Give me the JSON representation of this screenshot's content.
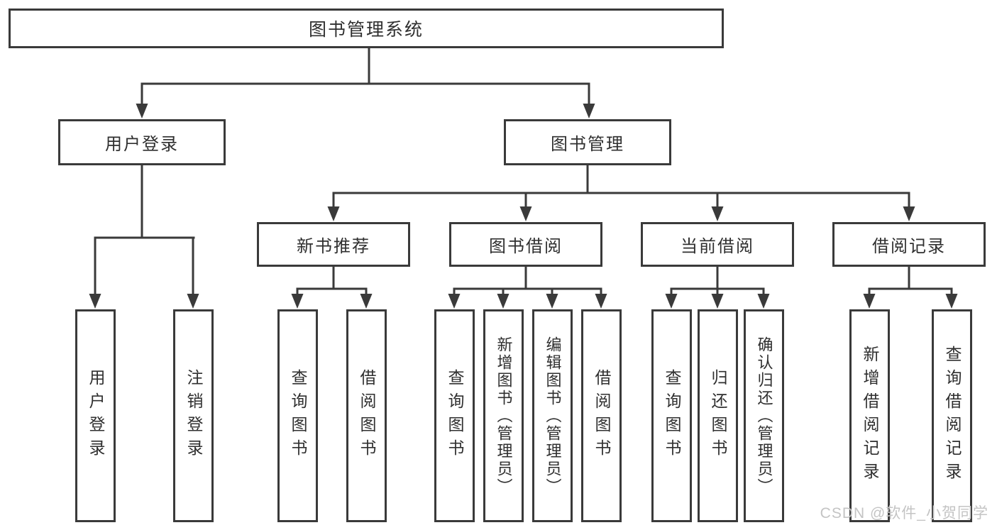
{
  "diagram": {
    "root": {
      "label": "图书管理系统"
    },
    "level2": [
      {
        "label": "用户登录"
      },
      {
        "label": "图书管理"
      }
    ],
    "level3": [
      {
        "label": "新书推荐"
      },
      {
        "label": "图书借阅"
      },
      {
        "label": "当前借阅"
      },
      {
        "label": "借阅记录"
      }
    ],
    "leaves": {
      "user_login": [
        {
          "label": "用户登录"
        },
        {
          "label": "注销登录"
        }
      ],
      "new_book_recommend": [
        {
          "label": "查询图书"
        },
        {
          "label": "借阅图书"
        }
      ],
      "book_borrow": [
        {
          "label": "查询图书"
        },
        {
          "label": "新增图书（管理员）"
        },
        {
          "label": "编辑图书（管理员）"
        },
        {
          "label": "借阅图书"
        }
      ],
      "current_borrow": [
        {
          "label": "查询图书"
        },
        {
          "label": "归还图书"
        },
        {
          "label": "确认归还（管理员）"
        }
      ],
      "borrow_record": [
        {
          "label": "新增借阅记录"
        },
        {
          "label": "查询借阅记录"
        }
      ]
    },
    "watermark": "CSDN @软件_小贺同学",
    "colors": {
      "line": "#3a3a3a",
      "text": "#2f2f2f",
      "watermark": "#c4c4c4",
      "background": "#ffffff"
    }
  }
}
